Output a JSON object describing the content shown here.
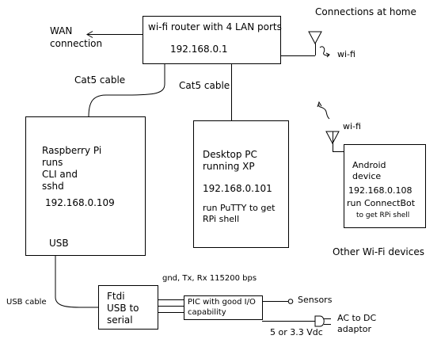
{
  "header": {
    "title": "Connections at home"
  },
  "wan": {
    "line1": "WAN",
    "line2": "connection"
  },
  "router": {
    "line1": "wi-fi router with 4 LAN ports",
    "ip": "192.168.0.1"
  },
  "router_wifi_label": "wi-fi",
  "cable_left": "Cat5 cable",
  "cable_right": "Cat5 cable",
  "rpi": {
    "lines": [
      "Raspberry Pi",
      "runs",
      "CLI and",
      "sshd"
    ],
    "ip": "192.168.0.109",
    "usb": "USB"
  },
  "desktop": {
    "lines": [
      "Desktop PC",
      "running XP"
    ],
    "ip": "192.168.0.101",
    "note": [
      "run PuTTY to get",
      "RPi shell"
    ]
  },
  "android_wifi_label": "wi-fi",
  "android": {
    "lines": [
      "Android",
      "device"
    ],
    "ip": "192.168.0.108",
    "note1": "run ConnectBot",
    "note2": "to get RPi shell"
  },
  "other_devices": "Other Wi-Fi devices",
  "usb_cable": "USB cable",
  "ftdi": {
    "lines": [
      "Ftdi",
      "USB to",
      "serial"
    ]
  },
  "serial_label": "gnd, Tx, Rx 115200 bps",
  "pic": {
    "lines": [
      "PIC with good I/O",
      "capability"
    ]
  },
  "sensors": "Sensors",
  "voltage": "5 or  3.3 Vdc",
  "adaptor": {
    "line1": "AC to DC",
    "line2": "adaptor"
  }
}
